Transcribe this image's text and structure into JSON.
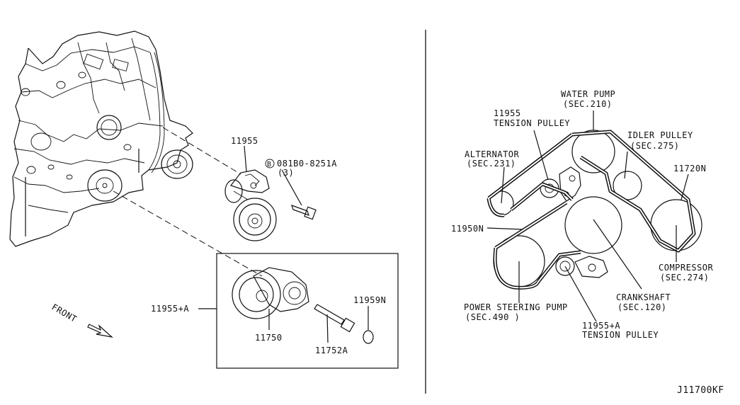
{
  "left": {
    "part_11955": "11955",
    "bolt_spec": "081B0-8251A",
    "bolt_circle": "B",
    "bolt_qty": "(3)",
    "part_11955A": "11955+A",
    "part_11750": "11750",
    "part_11752A": "11752A",
    "part_11959N": "11959N",
    "front": "FRONT"
  },
  "right": {
    "water_pump": "WATER PUMP",
    "water_pump_sec": "(SEC.210)",
    "tension_num": "11955",
    "tension_label": "TENSION PULLEY",
    "idler": "IDLER PULLEY",
    "idler_sec": "(SEC.275)",
    "alternator": "ALTERNATOR",
    "alternator_sec": "(SEC.231)",
    "belt_11720N": "11720N",
    "belt_11950N": "11950N",
    "compressor": "COMPRESSOR",
    "compressor_sec": "(SEC.274)",
    "crankshaft": "CRANKSHAFT",
    "crankshaft_sec": "(SEC.120)",
    "ps_pump": "POWER STEERING PUMP",
    "ps_pump_sec": "(SEC.490 )",
    "tension2_num": "11955+A",
    "tension2_label": "TENSION PULLEY"
  },
  "diagram_code": "J11700KF"
}
